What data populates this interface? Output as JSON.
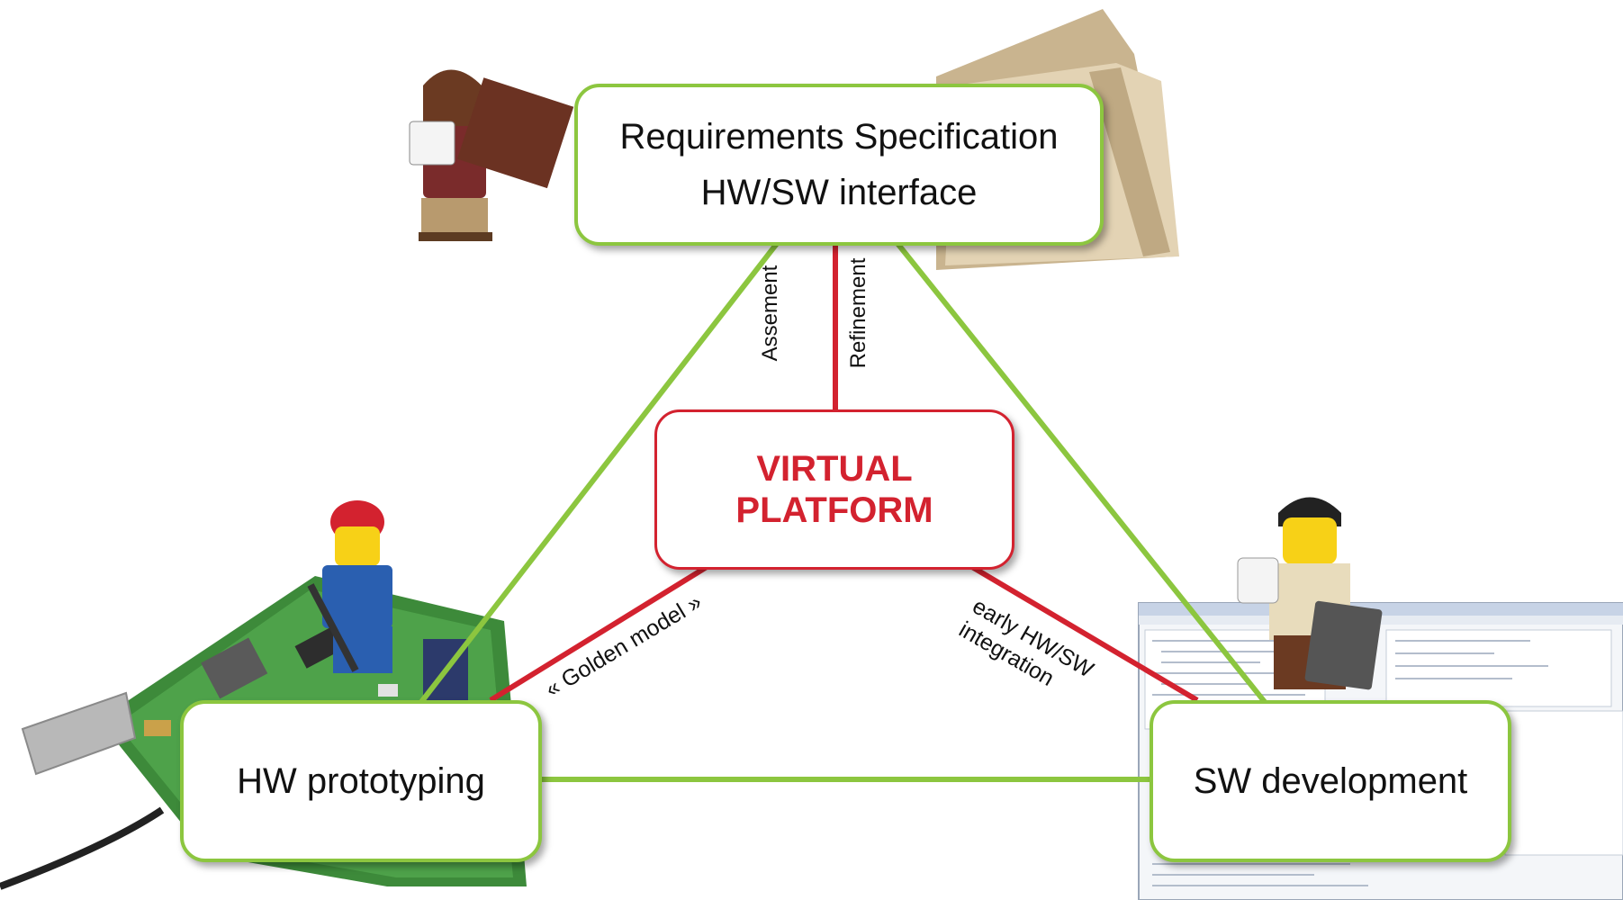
{
  "nodes": {
    "requirements": {
      "line1": "Requirements Specification",
      "line2": "HW/SW interface"
    },
    "virtual_platform": {
      "line1": "VIRTUAL",
      "line2": "PLATFORM"
    },
    "hw": {
      "label": "HW prototyping"
    },
    "sw": {
      "label": "SW development"
    }
  },
  "edge_labels": {
    "assesment": "Assement",
    "refinement": "Refinement",
    "golden_model": "« Golden model »",
    "early_line1": "early HW/SW",
    "early_line2": "integration"
  },
  "colors": {
    "green": "#8cc63f",
    "red": "#d3222f"
  },
  "illustrations": [
    "lego-woman-with-book",
    "file-folder",
    "lego-worker-on-circuit-board",
    "lego-programmer-with-laptop",
    "ide-screenshot"
  ]
}
